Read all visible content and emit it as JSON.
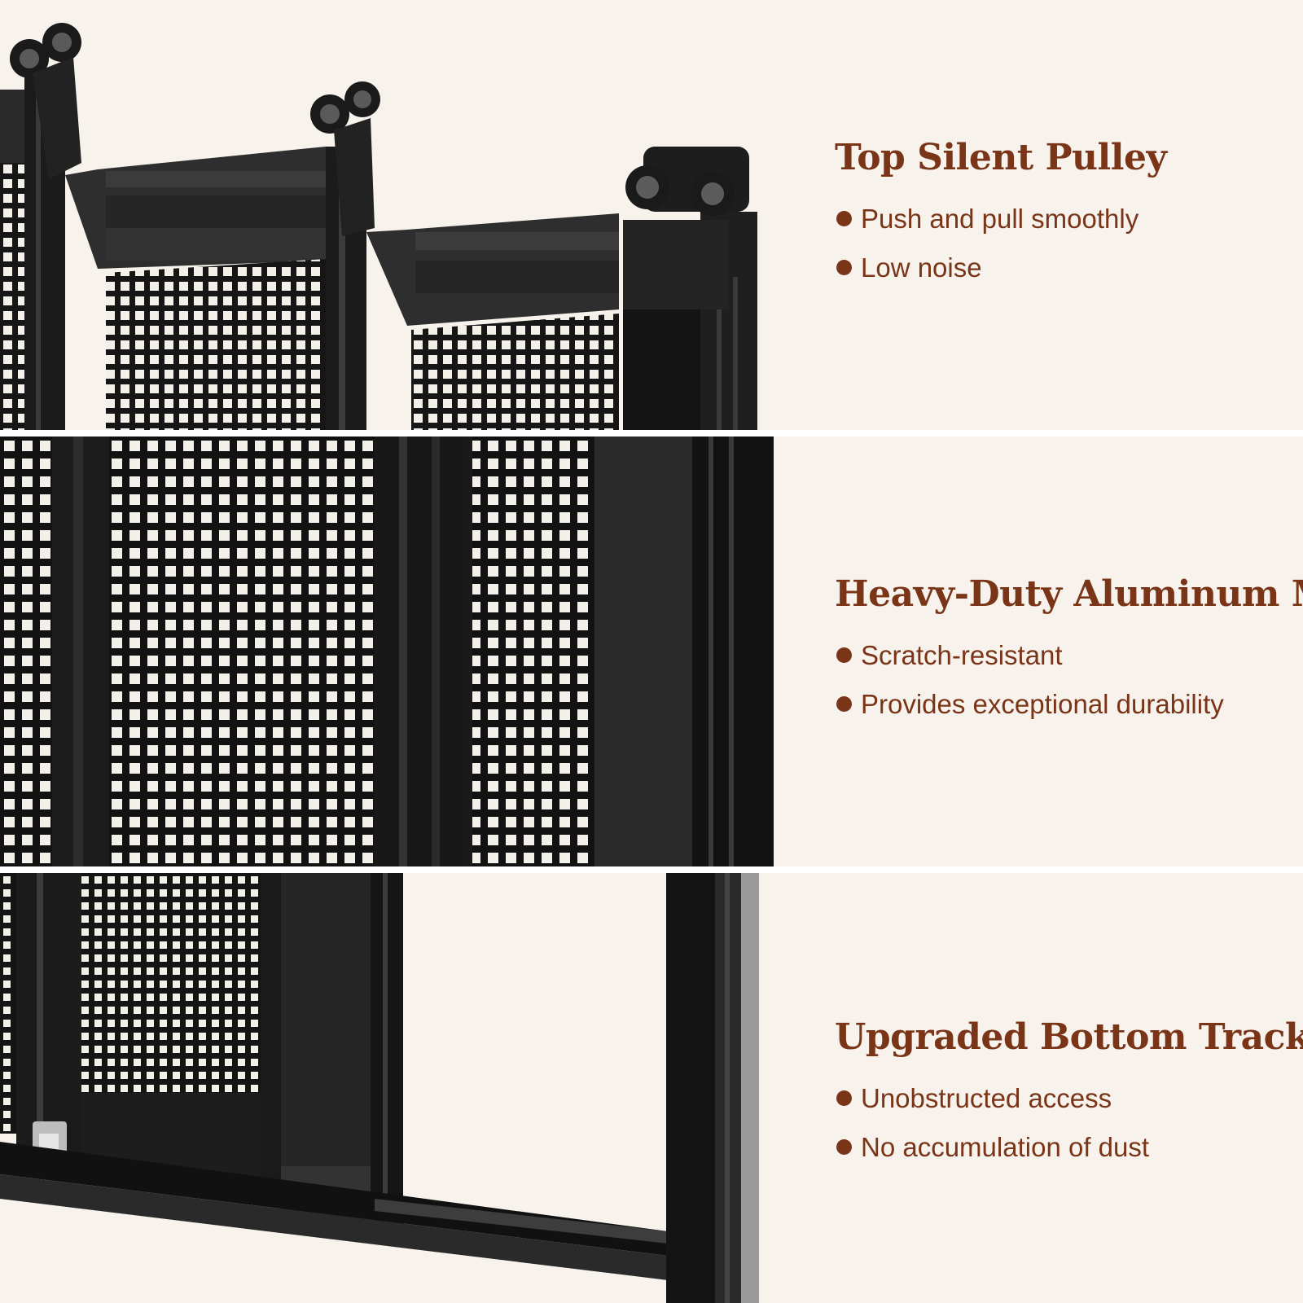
{
  "sections": [
    {
      "title": "Top Silent Pulley",
      "bullets": [
        "Push and pull smoothly",
        "Low noise"
      ]
    },
    {
      "title": "Heavy-Duty Aluminum Mesh",
      "bullets": [
        "Scratch-resistant",
        "Provides exceptional durability"
      ]
    },
    {
      "title": "Upgraded Bottom Track",
      "bullets": [
        "Unobstructed access",
        "No accumulation of dust"
      ]
    }
  ],
  "colors": {
    "background": "#f7f2eb",
    "accent": "#7a3518",
    "frame": "#1c1c1c",
    "mesh": "#111111"
  }
}
